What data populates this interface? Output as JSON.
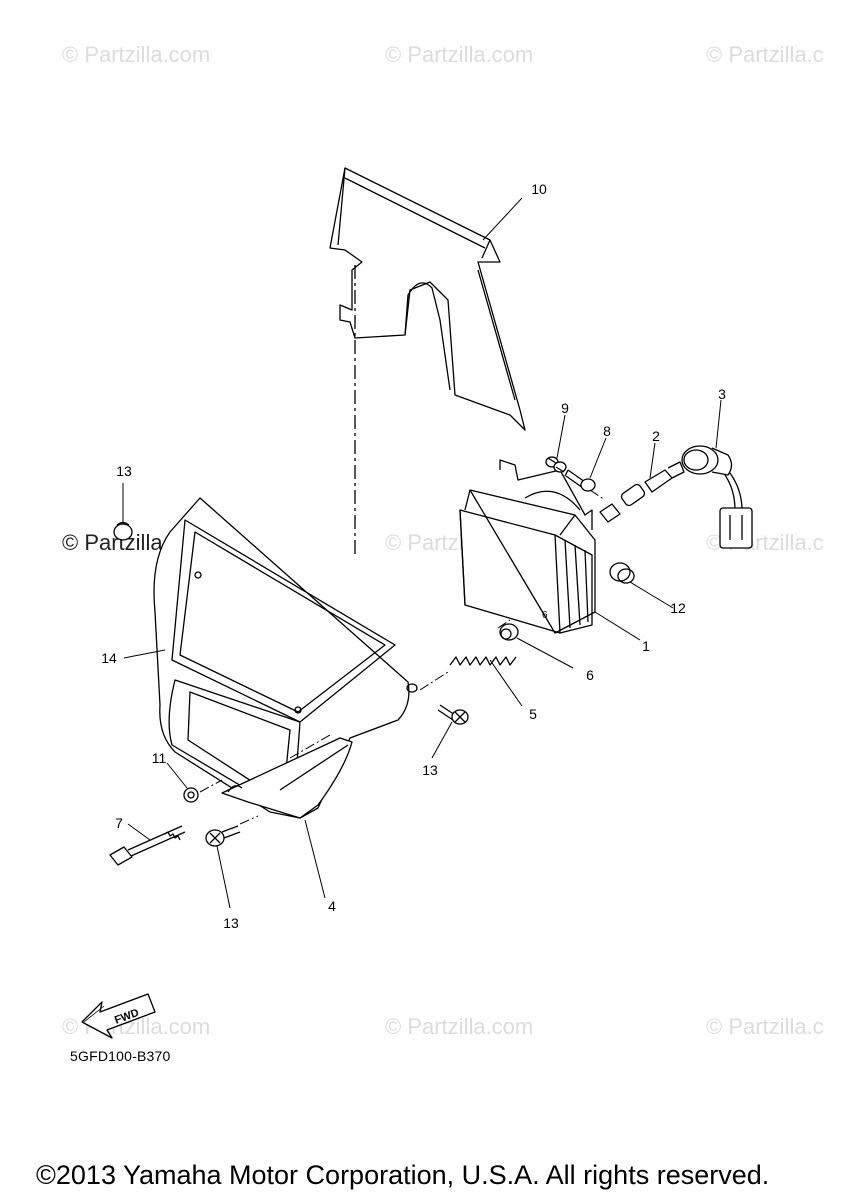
{
  "watermarks": [
    "© Partzilla.com",
    "© Partzilla.com",
    "© Partzilla.c",
    "© Partzilla.com",
    "© Partzilla.com",
    "© Partzilla.c",
    "© Partzilla.com",
    "© Partzilla.com",
    "© Partzilla.c"
  ],
  "callouts": {
    "c1": "1",
    "c2": "2",
    "c3": "3",
    "c4": "4",
    "c5": "5",
    "c6": "6",
    "c7": "7",
    "c8": "8",
    "c9": "9",
    "c10": "10",
    "c11": "11",
    "c12": "12",
    "c13_top": "13",
    "c13_mid": "13",
    "c13_bottom": "13",
    "c14": "14"
  },
  "fwd_label": "FWD",
  "diagram_code": "5GFD100-B370",
  "copyright": "©2013 Yamaha Motor Corporation, U.S.A. All rights reserved."
}
